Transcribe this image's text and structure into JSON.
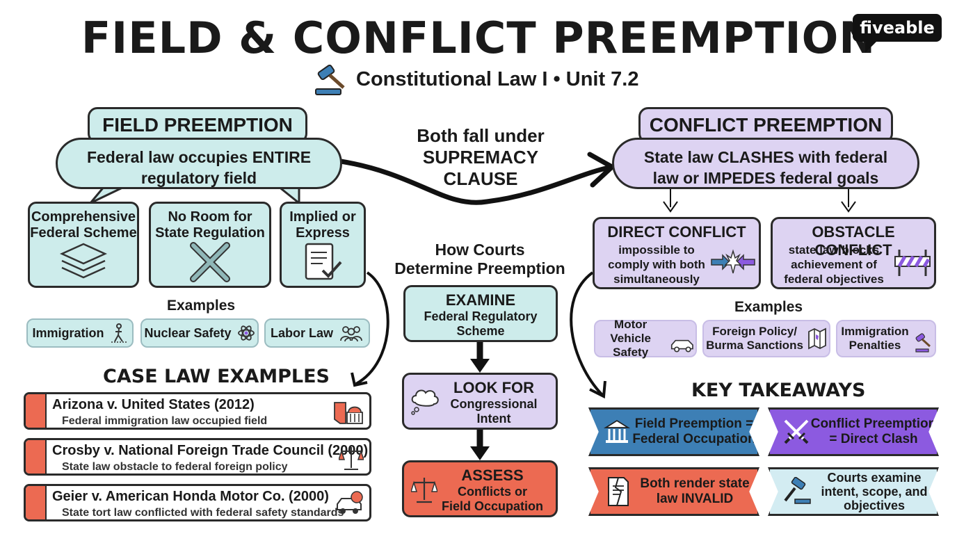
{
  "title": "FIELD & CONFLICT PREEMPTION",
  "subtitle": "Constitutional Law I • Unit 7.2",
  "logo": "fiveable",
  "icons": [
    "gavel-icon",
    "layers-icon",
    "x-mark-icon",
    "document-check-icon",
    "walking-person-icon",
    "atom-icon",
    "people-group-icon",
    "clash-arrows-icon",
    "barrier-icon",
    "car-icon",
    "map-icon",
    "thought-cloud-icon",
    "scales-icon",
    "arizona-capitol-icon",
    "courthouse-icon",
    "swords-icon",
    "invalid-document-icon"
  ],
  "colors": {
    "teal": "#cdeceb",
    "purple": "#ddd3f2",
    "coral": "#ec6a52",
    "blue": "#3d7fb5",
    "violet": "#8c5ae0",
    "light_blue": "#d3ecf2"
  },
  "field": {
    "header": "FIELD PREEMPTION",
    "definition_line1": "Federal law occupies ENTIRE",
    "definition_line2": "regulatory field",
    "boxes": [
      {
        "line1": "Comprehensive",
        "line2": "Federal Scheme"
      },
      {
        "line1": "No Room for",
        "line2": "State Regulation"
      },
      {
        "line1": "Implied or",
        "line2": "Express"
      }
    ],
    "examples_label": "Examples",
    "examples": [
      "Immigration",
      "Nuclear Safety",
      "Labor Law"
    ]
  },
  "middle": {
    "supremacy_line1": "Both fall under",
    "supremacy_line2": "SUPREMACY",
    "supremacy_line3": "CLAUSE",
    "courts_line1": "How Courts",
    "courts_line2": "Determine Preemption",
    "steps": [
      {
        "head": "EXAMINE",
        "line1": "Federal Regulatory",
        "line2": "Scheme"
      },
      {
        "head": "LOOK FOR",
        "line1": "Congressional",
        "line2": "Intent"
      },
      {
        "head": "ASSESS",
        "line1": "Conflicts or",
        "line2": "Field Occupation"
      }
    ]
  },
  "conflict": {
    "header": "CONFLICT PREEMPTION",
    "definition_line1": "State law CLASHES with federal",
    "definition_line2": "law or IMPEDES federal goals",
    "direct": {
      "head": "DIRECT CONFLICT",
      "line1": "impossible to",
      "line2": "comply with both",
      "line3": "simultaneously"
    },
    "obstacle": {
      "head": "OBSTACLE CONFLICT",
      "line1": "state law blocks",
      "line2": "achievement of",
      "line3": "federal objectives"
    },
    "examples_label": "Examples",
    "examples": [
      {
        "line1": "Motor Vehicle",
        "line2": "Safety"
      },
      {
        "line1": "Foreign Policy/",
        "line2": "Burma Sanctions"
      },
      {
        "line1": "Immigration",
        "line2": "Penalties"
      }
    ]
  },
  "case_law": {
    "header": "CASE LAW EXAMPLES",
    "cases": [
      {
        "title": "Arizona v. United States (2012)",
        "desc": "Federal immigration law occupied field"
      },
      {
        "title": "Crosby v. National Foreign Trade Council (2000)",
        "desc": "State law obstacle to federal foreign policy"
      },
      {
        "title": "Geier v. American Honda Motor Co. (2000)",
        "desc": "State tort law conflicted with federal safety standards"
      }
    ]
  },
  "takeaways": {
    "header": "KEY TAKEAWAYS",
    "items": [
      {
        "line1": "Field Preemption =",
        "line2": "Federal Occupation"
      },
      {
        "line1": "Conflict Preemption",
        "line2": "= Direct Clash"
      },
      {
        "line1": "Both render state",
        "line2": "law INVALID"
      },
      {
        "line1": "Courts examine",
        "line2": "intent, scope, and",
        "line3": "objectives"
      }
    ]
  }
}
